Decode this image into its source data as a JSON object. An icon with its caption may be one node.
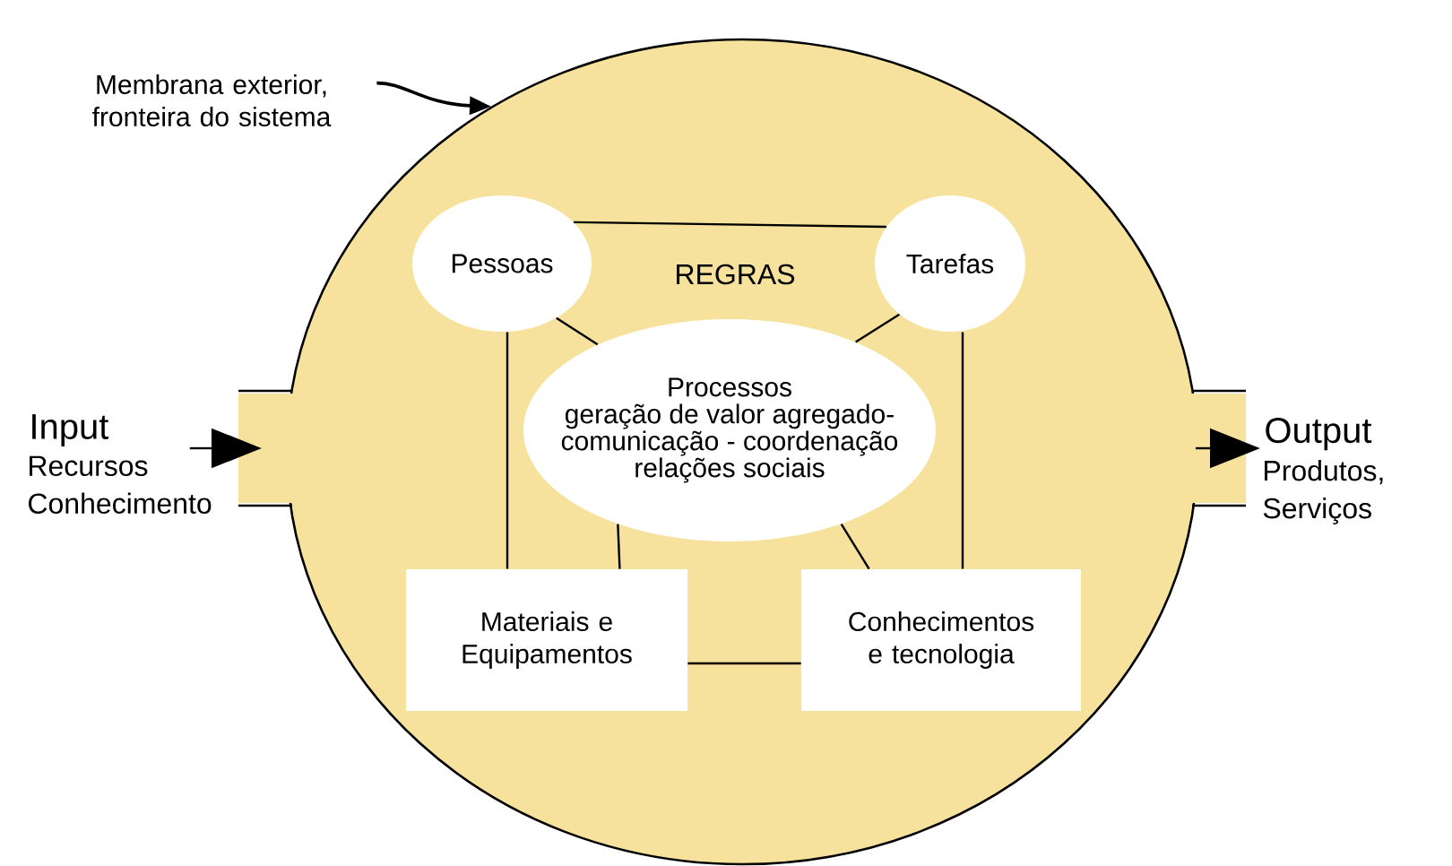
{
  "diagram": {
    "nodes": [
      {
        "text": [],
        "shape": "circle"
      },
      {
        "text": [
          "Membrana exterior, fronteira do sistema"
        ]
      },
      {
        "text": [
          "Pessoas"
        ],
        "in": 0
      },
      {
        "text": [
          "Tarefas"
        ],
        "in": 0
      },
      {
        "text": [
          "Processos",
          "geração de valor agregado-",
          "comunicação - coordenação",
          "relações sociais"
        ],
        "in": 0
      },
      {
        "text": [
          "Materiais e Equipamentos"
        ],
        "in": 0
      },
      {
        "text": [
          "Conhecimentos e tecnologia"
        ],
        "in": 0
      },
      {
        "text": [
          "Input"
        ],
        "beside": [
          "Recursos Conhecimento"
        ]
      },
      {
        "text": [
          "Output"
        ],
        "beside": [
          "Produtos, Serviços"
        ]
      }
    ],
    "edges": [
      {
        "from": 1,
        "to": 0,
        "arrow": "to"
      },
      {
        "from": 7,
        "to": 0,
        "arrow": "to"
      },
      {
        "from": 0,
        "to": 8,
        "arrow": "to"
      },
      {
        "from": 2,
        "to": 3,
        "arrow": "none"
      },
      {
        "from": 2,
        "to": 5,
        "arrow": "none"
      },
      {
        "from": 3,
        "to": 6,
        "arrow": "none"
      },
      {
        "from": 5,
        "to": 6,
        "arrow": "none"
      },
      {
        "from": 2,
        "to": 4,
        "arrow": "none"
      },
      {
        "from": 3,
        "to": 4,
        "arrow": "none"
      },
      {
        "from": 4,
        "to": 5,
        "arrow": "none"
      },
      {
        "from": 4,
        "to": 6,
        "arrow": "none"
      }
    ],
    "labels": [
      "REGRAS"
    ]
  }
}
